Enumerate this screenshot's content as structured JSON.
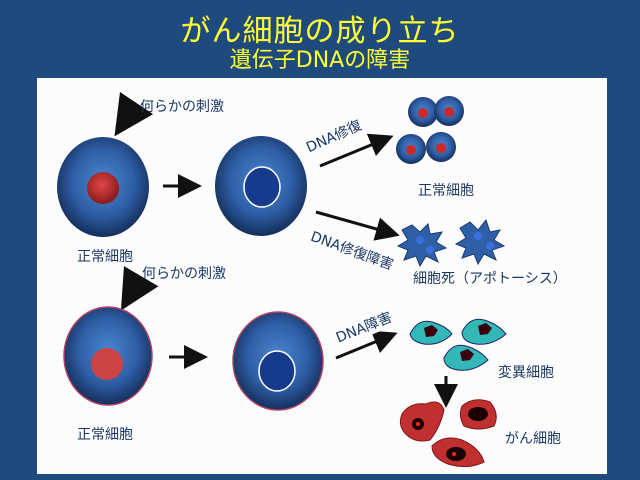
{
  "title": {
    "main": "がん細胞の成り立ち",
    "sub": "遺伝子DNAの障害"
  },
  "colors": {
    "background": "#1f4a7e",
    "title_text": "#ffff33",
    "panel": "#fbfcfb",
    "cell_body": "#2f5fa6",
    "normal_nucleus": "#cc3333",
    "damaged_nucleus": "#163a8c",
    "mutant_cell": "#33b8b8",
    "cancer_cell": "#c03030",
    "label_text": "#1c3766"
  },
  "top_row": {
    "stimulus_label": "何らかの刺激",
    "start_cell_label": "正常細胞",
    "repair_label": "DNA修復",
    "repair_result_label": "正常細胞",
    "repair_failure_label": "DNA修復障害",
    "failure_result_label": "細胞死（アポトーシス）"
  },
  "bottom_row": {
    "stimulus_label": "何らかの刺激",
    "start_cell_label": "正常細胞",
    "damage_label": "DNA障害",
    "mutant_label": "変異細胞",
    "cancer_label": "がん細胞"
  }
}
